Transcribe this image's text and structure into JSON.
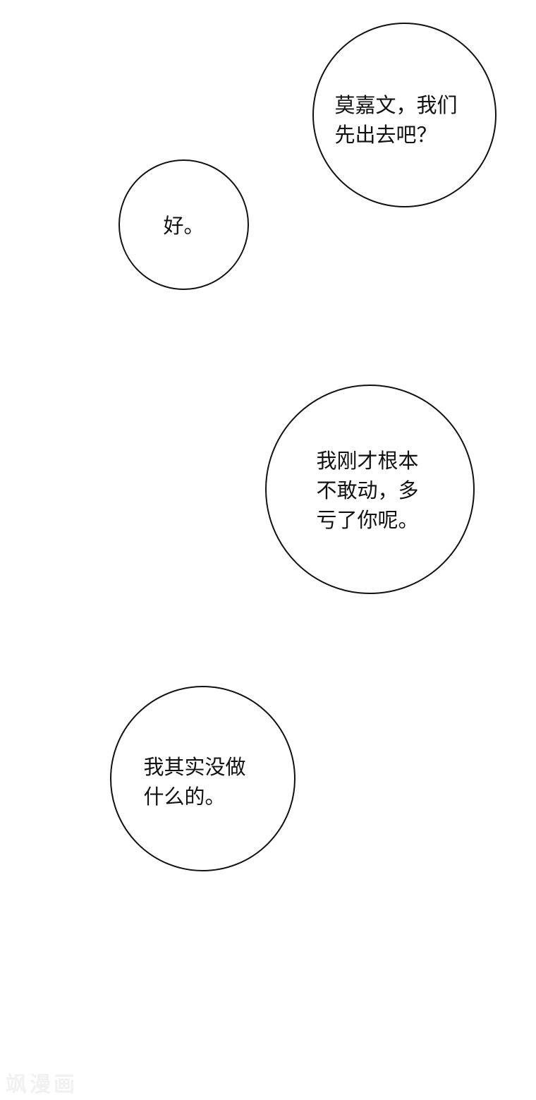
{
  "page": {
    "type": "comic-panel",
    "background": "#ffffff"
  },
  "bubbles": [
    {
      "text": "莫嘉文，我们\n先出去吧？"
    },
    {
      "text": "好。"
    },
    {
      "text": "我刚才根本\n不敢动，多\n亏了你呢。"
    },
    {
      "text": "我其实没做\n什么的。"
    }
  ],
  "watermark": {
    "text": "飒漫画"
  },
  "colors": {
    "ink": "#111111",
    "paper": "#ffffff",
    "watermark": "#f1f1f1"
  }
}
